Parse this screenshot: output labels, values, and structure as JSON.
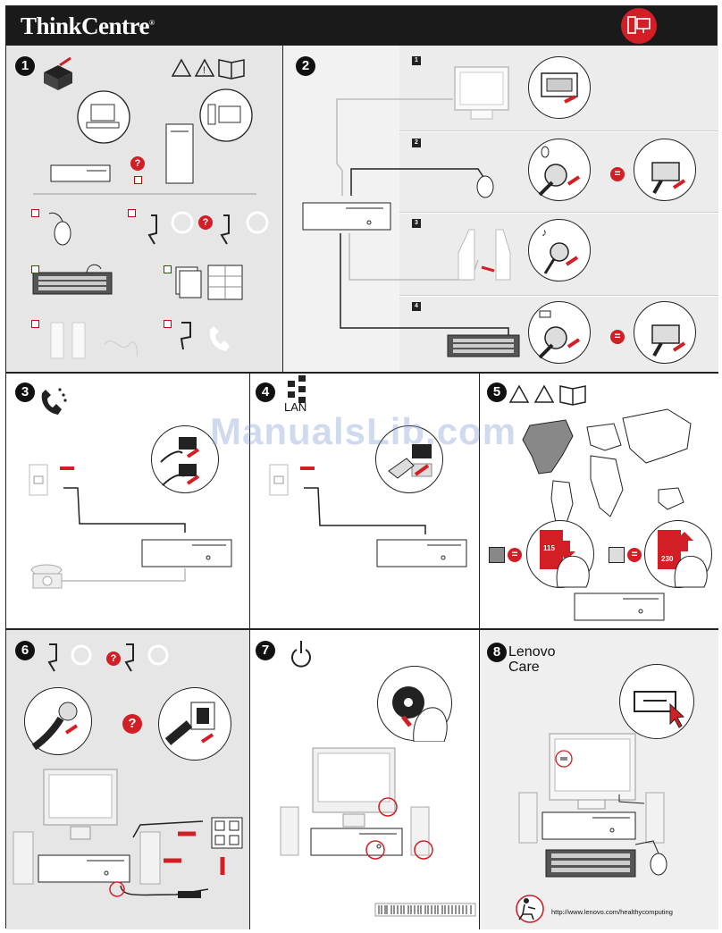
{
  "header": {
    "brand": "ThinkCentre"
  },
  "watermark": "ManualsLib.com",
  "steps": [
    {
      "number": "1"
    },
    {
      "number": "2",
      "substeps": [
        "1",
        "2",
        "3",
        "4"
      ]
    },
    {
      "number": "3"
    },
    {
      "number": "4",
      "label": "LAN"
    },
    {
      "number": "5",
      "voltage_low": "115",
      "voltage_high": "230"
    },
    {
      "number": "6"
    },
    {
      "number": "7"
    },
    {
      "number": "8",
      "title_line1": "Lenovo",
      "title_line2": "Care",
      "url": "http://www.lenovo.com/healthycomputing"
    }
  ],
  "symbols": {
    "question": "?",
    "equals": "="
  },
  "colors": {
    "accent": "#d21f26",
    "header_bg": "#1a1a1a",
    "panel_gray": "#e6e6e6"
  }
}
